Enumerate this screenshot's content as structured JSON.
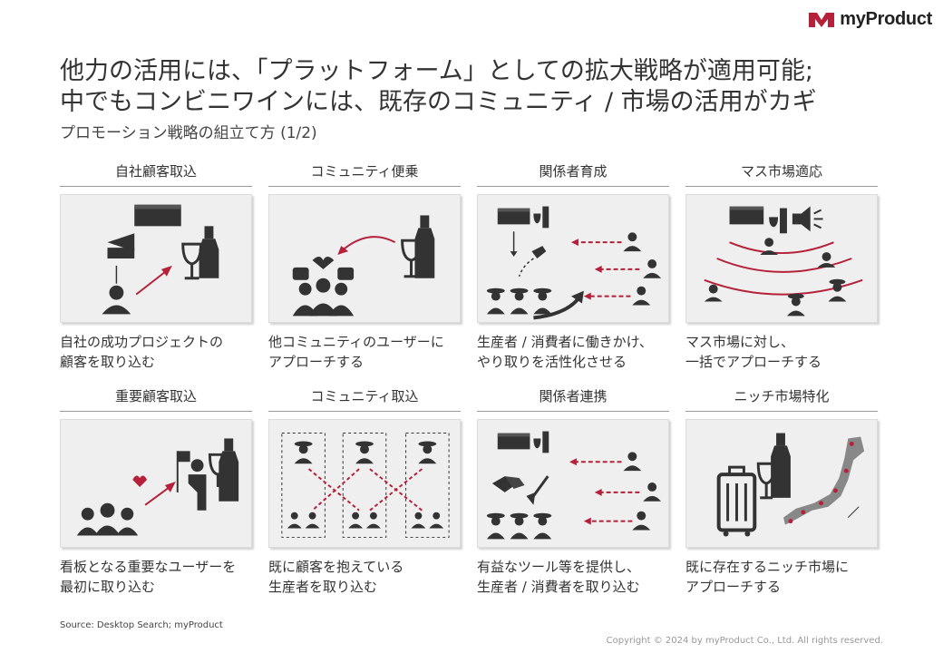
{
  "brand": {
    "name": "myProduct",
    "accent": "#b5213a"
  },
  "title": {
    "line1": "他力の活用には、「プラットフォーム」としての拡大戦略が適用可能;",
    "line2": "中でもコンビニワインには、既存のコミュニティ / 市場の活用がカギ"
  },
  "subtitle": "プロモーション戦略の組立て方 (1/2)",
  "cells": [
    {
      "heading": "自社顧客取込",
      "description": "自社の成功プロジェクトの\n顧客を取り込む",
      "icon": "own-customers-illustration"
    },
    {
      "heading": "コミュニティ便乗",
      "description": "他コミュニティのユーザーに\nアプローチする",
      "icon": "community-piggyback-illustration"
    },
    {
      "heading": "関係者育成",
      "description": "生産者 / 消費者に働きかけ、\nやり取りを活性化させる",
      "icon": "stakeholder-nurture-illustration"
    },
    {
      "heading": "マス市場適応",
      "description": "マス市場に対し、\n一括でアプローチする",
      "icon": "mass-market-illustration"
    },
    {
      "heading": "重要顧客取込",
      "description": "看板となる重要なユーザーを\n最初に取り込む",
      "icon": "key-customer-illustration"
    },
    {
      "heading": "コミュニティ取込",
      "description": "既に顧客を抱えている\n生産者を取り込む",
      "icon": "community-capture-illustration"
    },
    {
      "heading": "関係者連携",
      "description": "有益なツール等を提供し、\n生産者 / 消費者を取り込む",
      "icon": "stakeholder-link-illustration"
    },
    {
      "heading": "ニッチ市場特化",
      "description": "既に存在するニッチ市場に\nアプローチする",
      "icon": "niche-market-illustration"
    }
  ],
  "source": "Source: Desktop Search; myProduct",
  "copyright": "Copyright © 2024 by myProduct Co., Ltd.  All rights reserved."
}
